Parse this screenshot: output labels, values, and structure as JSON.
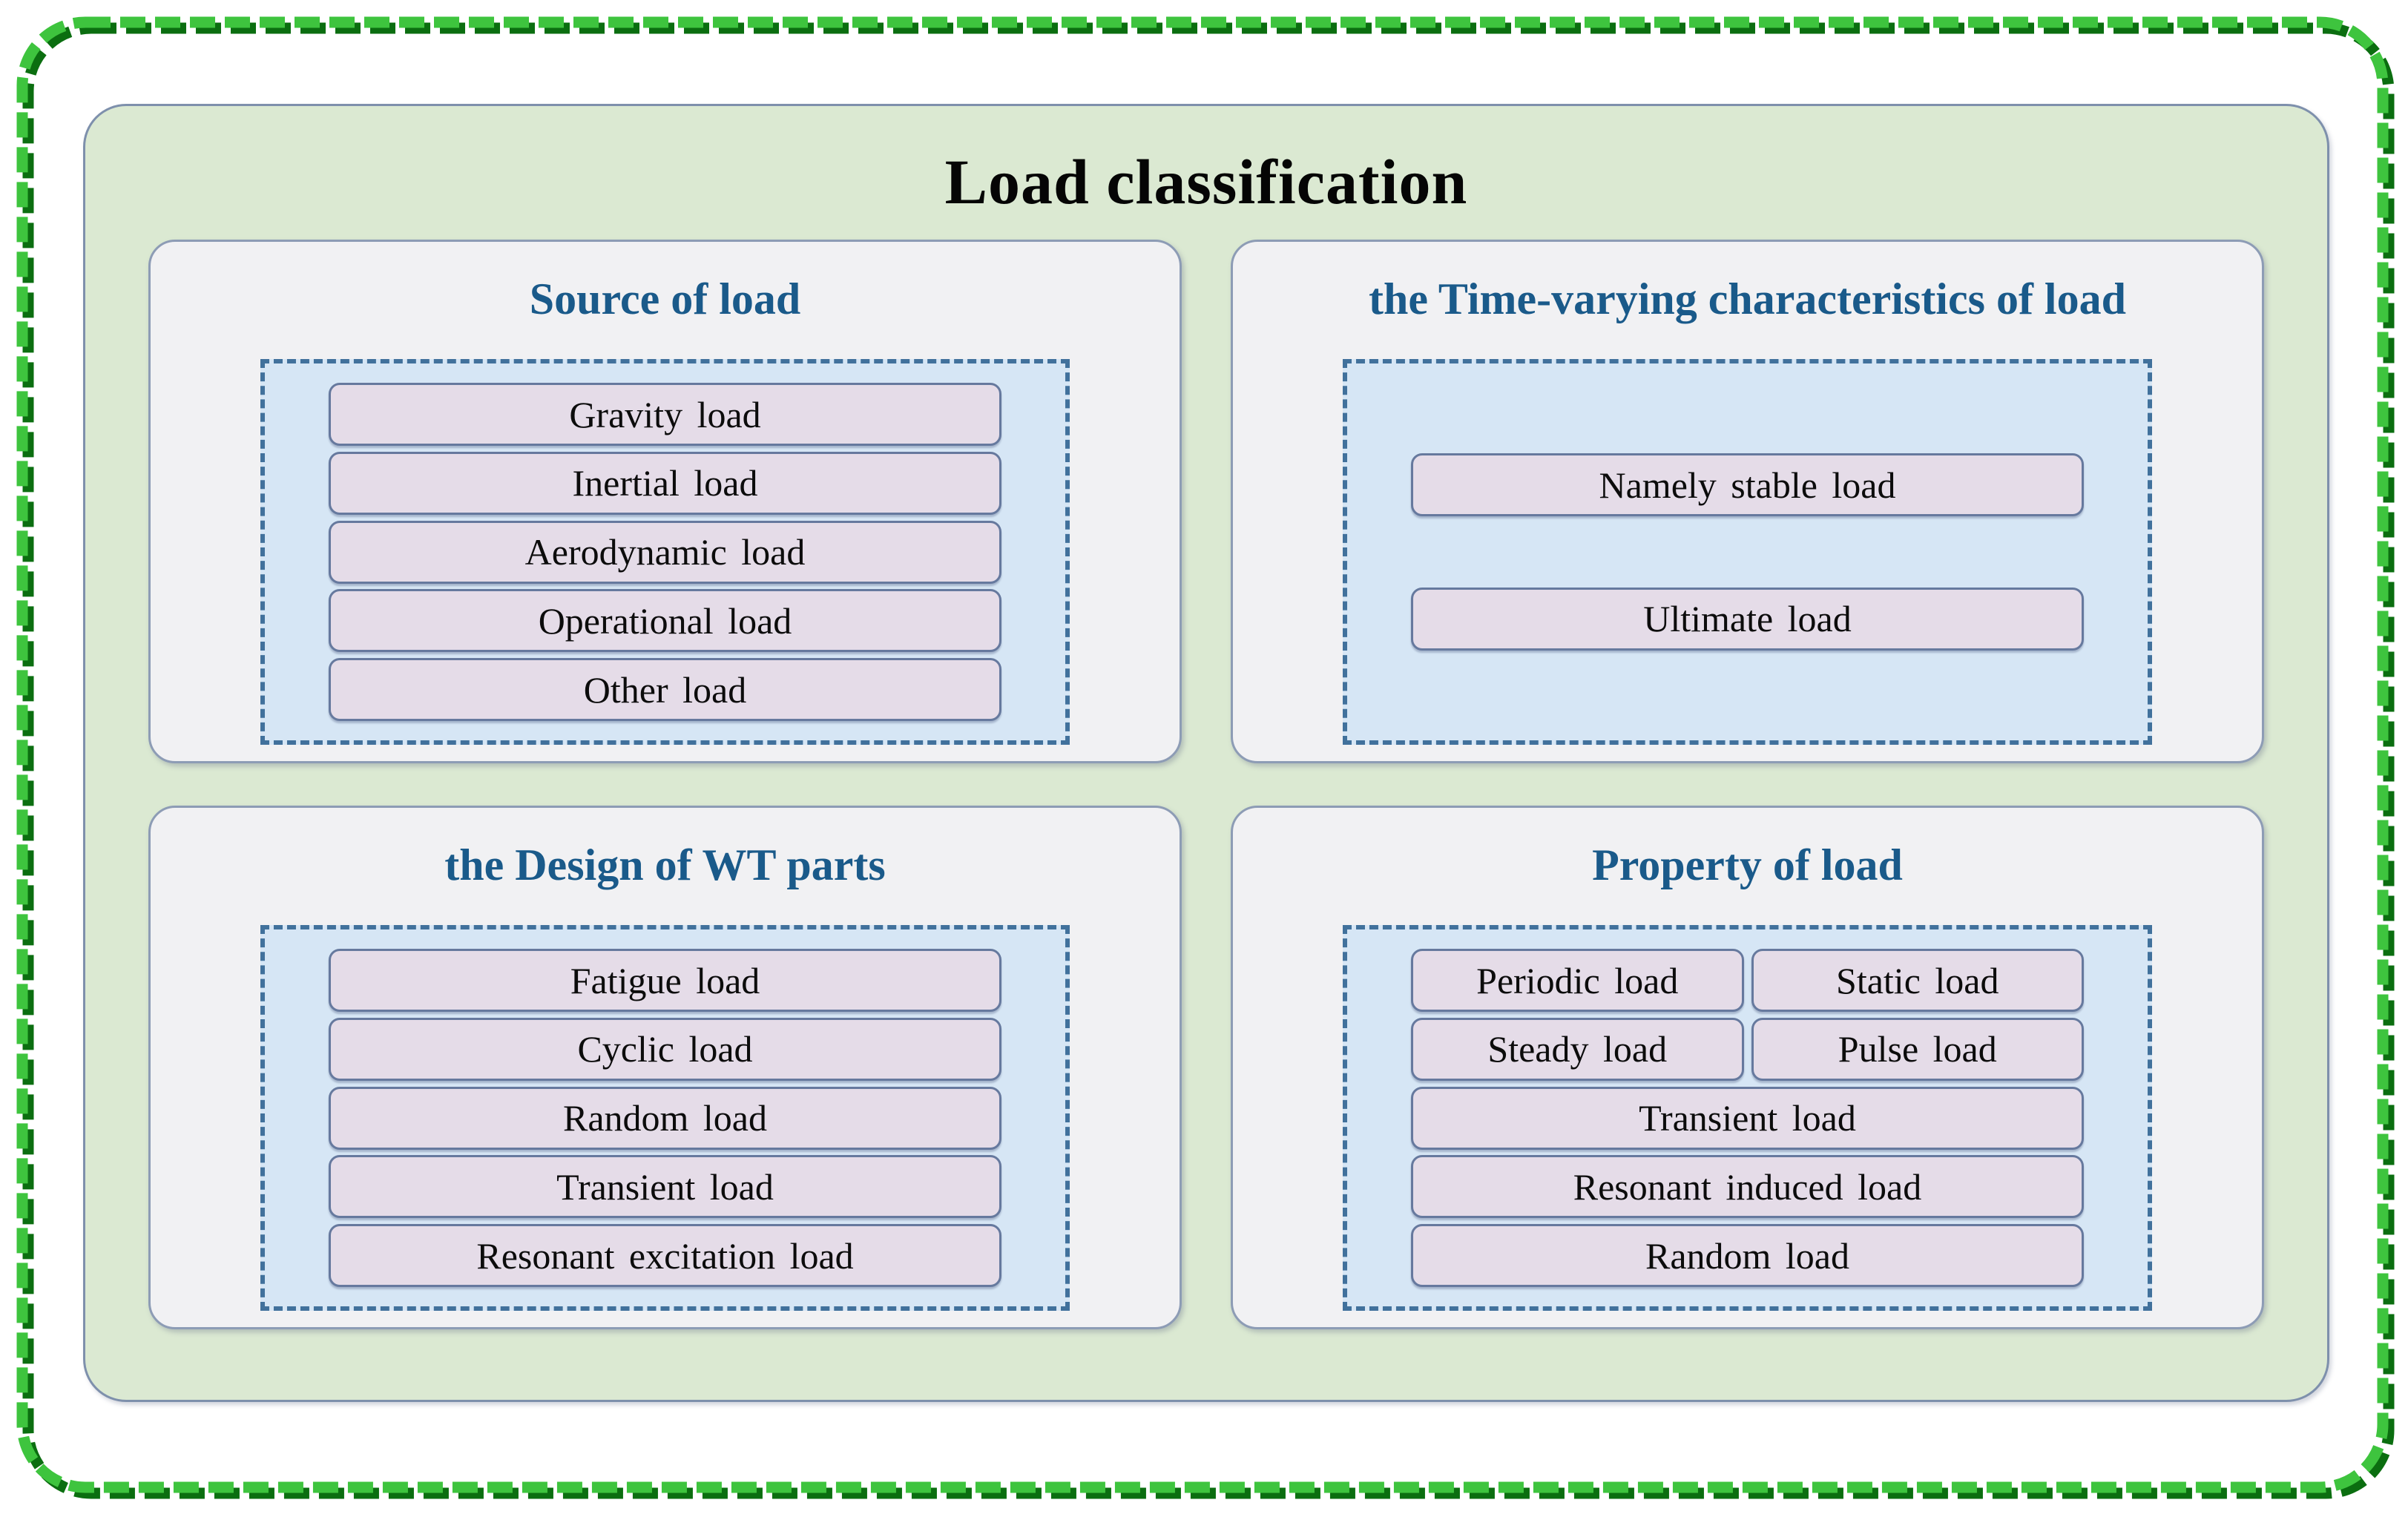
{
  "title": "Load classification",
  "colors": {
    "outer_dash_green": "#3ec43e",
    "outer_dash_shadow": "#0b6e10",
    "container_green": "#dbe9d2",
    "container_border": "#7e90ac",
    "panel_fill": "#f1f1f3",
    "panel_border": "#8d9cb5",
    "heading_blue": "#1a5a8a",
    "dash_blue": "#41719c",
    "dash_fill": "#d6e6f5",
    "pill_fill": "#e5dce8",
    "pill_border": "#66799e",
    "pill_text": "#0c0c0c",
    "title_text": "#050505"
  },
  "panels": [
    {
      "id": "source-of-load",
      "title": "Source of load",
      "layout": "stack",
      "rows": [
        [
          "Gravity load"
        ],
        [
          "Inertial load"
        ],
        [
          "Aerodynamic load"
        ],
        [
          "Operational load"
        ],
        [
          "Other load"
        ]
      ]
    },
    {
      "id": "time-varying-characteristics",
      "title": "the Time-varying characteristics of load",
      "layout": "spread",
      "rows": [
        [
          "Namely stable load"
        ],
        [
          "Ultimate load"
        ]
      ]
    },
    {
      "id": "design-of-wt-parts",
      "title": "the Design of WT parts",
      "layout": "stack",
      "rows": [
        [
          "Fatigue load"
        ],
        [
          "Cyclic load"
        ],
        [
          "Random load"
        ],
        [
          "Transient load"
        ],
        [
          "Resonant excitation load"
        ]
      ]
    },
    {
      "id": "property-of-load",
      "title": "Property of load",
      "layout": "grid",
      "rows": [
        [
          "Periodic load",
          "Static load"
        ],
        [
          "Steady load",
          "Pulse load"
        ],
        [
          "Transient load"
        ],
        [
          "Resonant induced load"
        ],
        [
          "Random load"
        ]
      ]
    }
  ]
}
